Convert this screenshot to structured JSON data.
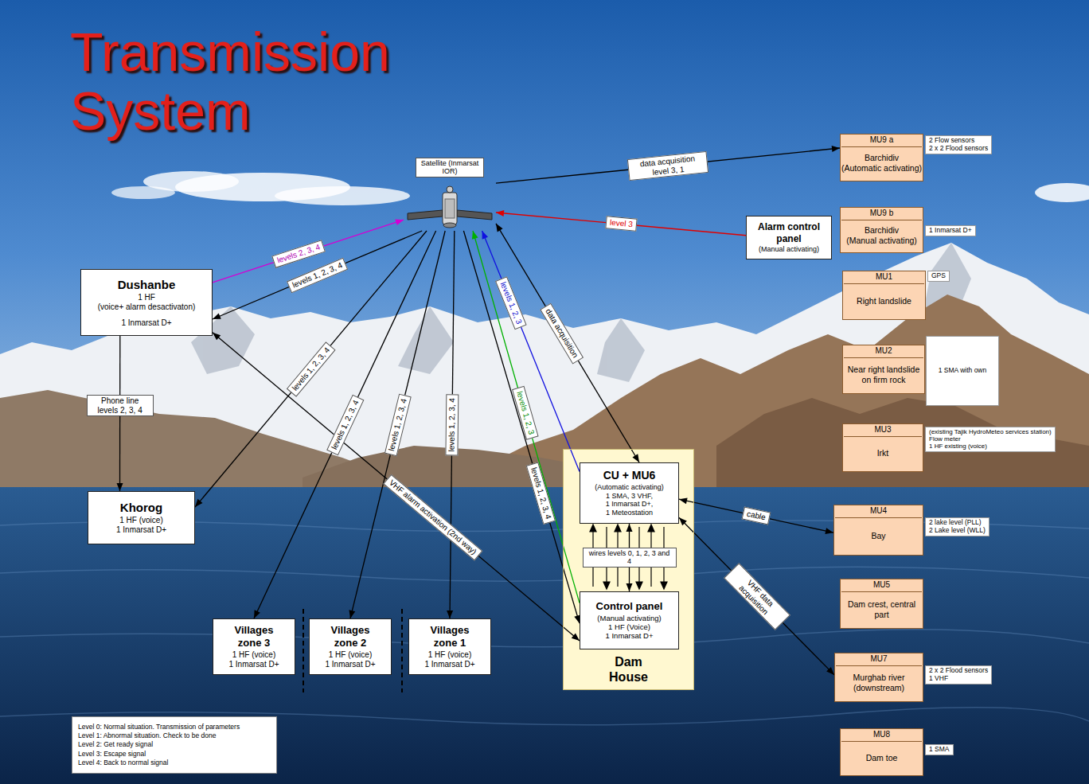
{
  "diagram": {
    "title": "Transmission System",
    "nodes": [
      {
        "text": [
          "Satellite (Inmarsat IOR)"
        ]
      },
      {
        "text": [
          "MU9 a",
          "Barchidiv",
          "(Automatic activating)"
        ]
      },
      {
        "text": [
          "2 Flow sensors",
          "2 x 2 Flood sensors"
        ]
      },
      {
        "text": [
          "Alarm control panel",
          "(Manual activating)"
        ]
      },
      {
        "text": [
          "MU9 b",
          "Barchidiv",
          "(Manual activating)"
        ]
      },
      {
        "text": [
          "1 Inmarsat D+"
        ]
      },
      {
        "text": [
          "Dushanbe",
          "1 HF",
          "(voice+ alarm desactivaton)",
          "1 Inmarsat D+"
        ]
      },
      {
        "text": [
          "MU1",
          "Right landslide"
        ]
      },
      {
        "text": [
          "GPS"
        ]
      },
      {
        "text": [
          "MU2",
          "Near right landslide on firm rock"
        ]
      },
      {
        "text": [
          "1 SMA with own"
        ]
      },
      {
        "text": [
          "MU3",
          "Irkt"
        ]
      },
      {
        "text": [
          "(existing Tajik HydroMeteo services station)",
          "Flow meter",
          "1 HF existing (voice)"
        ]
      },
      {
        "text": [
          "Dam House"
        ]
      },
      {
        "text": [
          "CU + MU6",
          "(Automatic activating)",
          "1 SMA, 3 VHF,",
          "1 Inmarsat D+,",
          "1 Meteostation"
        ],
        "in": 13
      },
      {
        "text": [
          "Control panel",
          "(Manual activating)",
          "1 HF (Voice)",
          "1 Inmarsat D+"
        ],
        "in": 13
      },
      {
        "text": [
          "Khorog",
          "1 HF (voice)",
          "1 Inmarsat D+"
        ]
      },
      {
        "text": [
          "MU4",
          "Bay"
        ]
      },
      {
        "text": [
          "2 lake level (PLL)",
          "2 Lake level (WLL)"
        ]
      },
      {
        "text": [
          "MU5",
          "Dam crest, central part"
        ]
      },
      {
        "text": [
          "Villages zone 3",
          "1 HF (voice)",
          "1 Inmarsat D+"
        ]
      },
      {
        "text": [
          "Villages zone 2",
          "1 HF (voice)",
          "1 Inmarsat D+"
        ]
      },
      {
        "text": [
          "Villages zone 1",
          "1 HF (voice)",
          "1 Inmarsat D+"
        ]
      },
      {
        "text": [
          "MU7",
          "Murghab river (downstream)"
        ]
      },
      {
        "text": [
          "2 x 2 Flood sensors",
          "1 VHF"
        ]
      },
      {
        "text": [
          "MU8",
          "Dam toe"
        ]
      },
      {
        "text": [
          "1 SMA"
        ]
      },
      {
        "text": [
          "Level 0: Normal situation. Transmission of parameters",
          "Level 1: Abnormal situation. Check to be done",
          "Level 2: Get ready signal",
          "Level 3: Escape signal",
          "Level 4: Back to normal signal"
        ]
      }
    ],
    "edges": [
      {
        "from": 0,
        "to": 1,
        "arrow": "to",
        "label": "data acquisition level 3, 1"
      },
      {
        "from": 3,
        "to": 0,
        "arrow": "to",
        "label": "level 3"
      },
      {
        "from": 6,
        "to": 0,
        "arrow": "to",
        "label": "levels 2, 3, 4"
      },
      {
        "from": 0,
        "to": 6,
        "arrow": "to",
        "label": "levels 1, 2, 3, 4"
      },
      {
        "from": 6,
        "to": 16,
        "arrow": "to",
        "label": "Phone line levels 2, 3, 4"
      },
      {
        "from": 0,
        "to": 16,
        "arrow": "to",
        "label": "levels 1, 2, 3, 4"
      },
      {
        "from": 0,
        "to": 20,
        "arrow": "to",
        "label": "levels 1, 2, 3, 4"
      },
      {
        "from": 0,
        "to": 21,
        "arrow": "to",
        "label": "levels 1, 2, 3, 4"
      },
      {
        "from": 0,
        "to": 22,
        "arrow": "to",
        "label": "levels 1, 2, 3, 4"
      },
      {
        "from": 0,
        "to": 15,
        "arrow": "to",
        "label": "levels 1, 2, 3, 4"
      },
      {
        "from": 15,
        "to": 0,
        "arrow": "to",
        "label": "levels 1, 2, 3"
      },
      {
        "from": 14,
        "to": 0,
        "arrow": "to",
        "label": "levels 1, 2, 3"
      },
      {
        "from": 0,
        "to": 14,
        "arrow": "both",
        "label": "data acquisition"
      },
      {
        "from": 6,
        "to": 15,
        "arrow": "both",
        "label": "VHF alarm activation (2nd way)"
      },
      {
        "from": 14,
        "to": 17,
        "arrow": "both",
        "label": "cable"
      },
      {
        "from": 14,
        "to": 23,
        "arrow": "both",
        "label": "VHF data acquisition"
      },
      {
        "from": 14,
        "to": 15,
        "arrow": "both",
        "label": "wires levels 0, 1, 2, 3 and 4"
      }
    ]
  }
}
